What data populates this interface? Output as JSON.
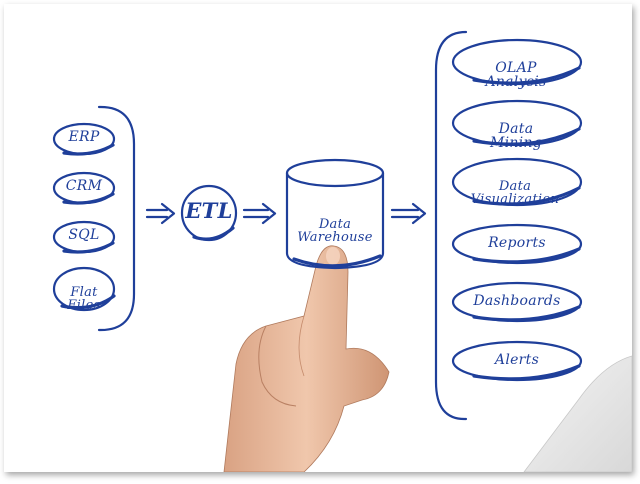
{
  "colors": {
    "ink": "#1f3f9a",
    "background": "#ffffff",
    "skin": "#e8b899"
  },
  "sources": [
    "ERP",
    "CRM",
    "SQL",
    "Flat Files"
  ],
  "etl": "ETL",
  "warehouse": "Data Warehouse",
  "outputs": [
    "OLAP Analysis",
    "Data Mining",
    "Data Visualization",
    "Reports",
    "Dashboards",
    "Alerts"
  ]
}
